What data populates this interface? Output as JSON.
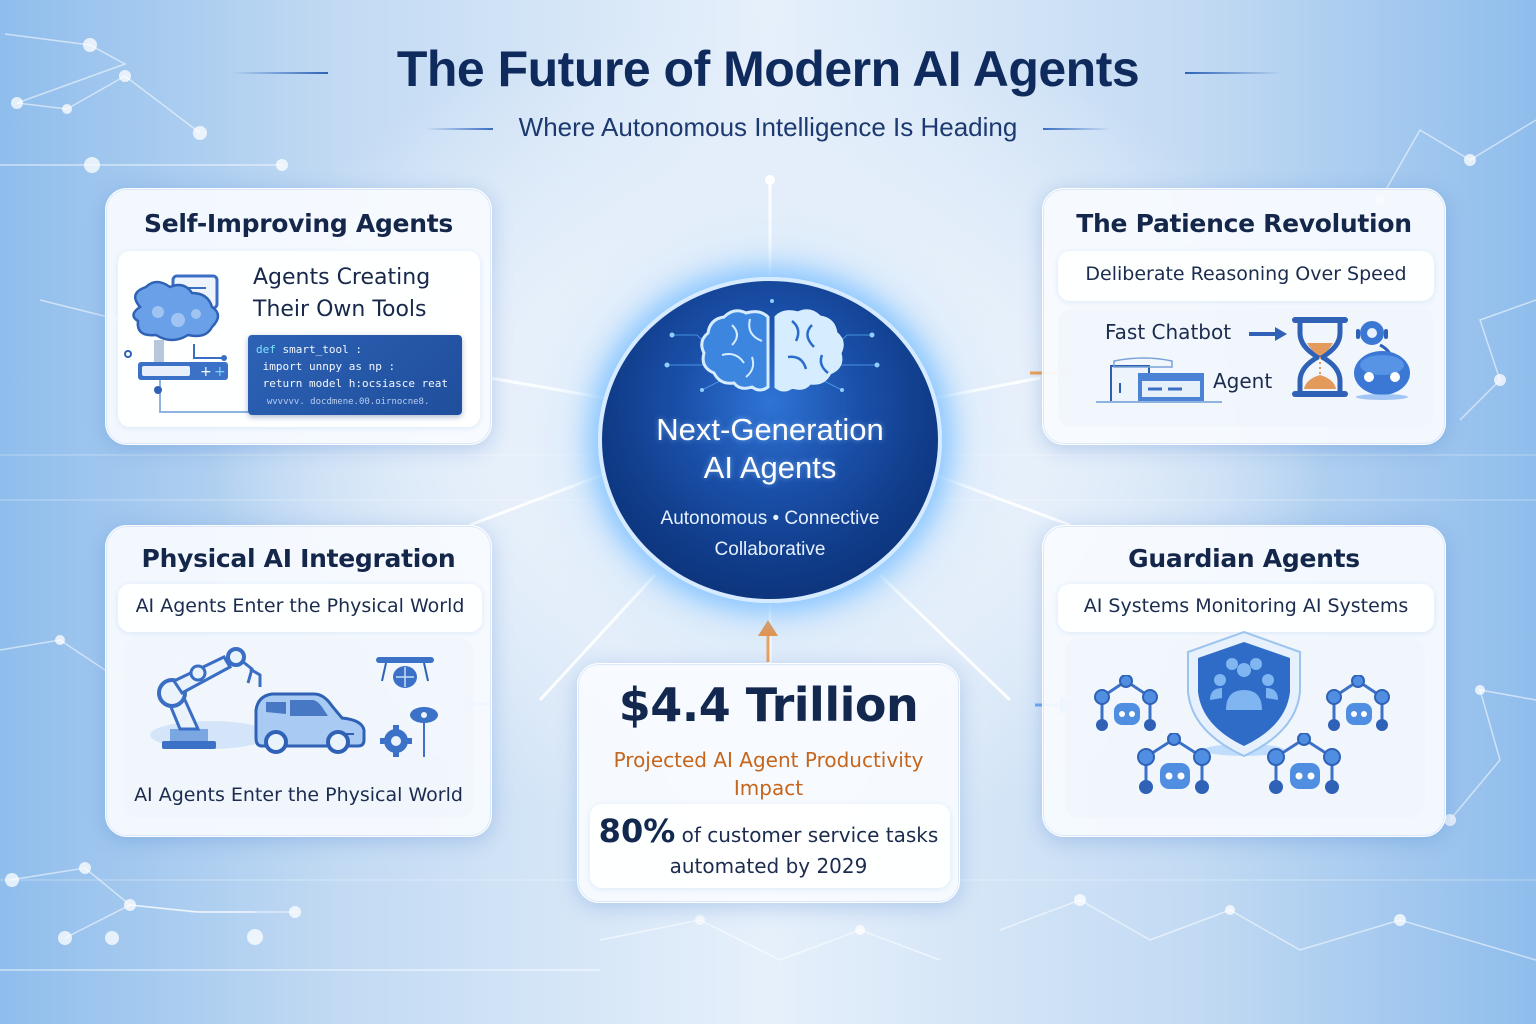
{
  "header": {
    "title": "The Future of Modern AI Agents",
    "subtitle": "Where Autonomous Intelligence Is Heading"
  },
  "hub": {
    "title_line1": "Next-Generation",
    "title_line2": "AI Agents",
    "traits_line1": "Autonomous • Connective",
    "traits_line2": "Collaborative",
    "icon": "brain-circuit-icon"
  },
  "cards": {
    "self_improving": {
      "title": "Self-Improving Agents",
      "subtitle_line1": "Agents Creating",
      "subtitle_line2": "Their Own Tools",
      "icon": "cloud-tool-builder-icon",
      "code": [
        {
          "kw": "def",
          "text": " smart_tool :"
        },
        {
          "kw": "",
          "text": " import unnpy as np :"
        },
        {
          "kw": "",
          "text": " return model h:ocsiasce reat"
        },
        {
          "kw": "",
          "text": "  wvvvvv. docdmene.00.oirnocne8."
        }
      ]
    },
    "patience": {
      "title": "The Patience Revolution",
      "subtitle": "Deliberate Reasoning Over Speed",
      "label_fast": "Fast Chatbot",
      "label_agent": "Agent",
      "icons": [
        "browser-window-icon",
        "arrow-right-icon",
        "hourglass-icon",
        "robot-icon"
      ]
    },
    "physical": {
      "title": "Physical AI Integration",
      "subtitle": "AI Agents Enter the Physical World",
      "caption": "AI Agents Enter the Physical World",
      "icons": [
        "robot-arm-icon",
        "car-icon",
        "drone-icon",
        "gear-icon",
        "sensor-icon"
      ]
    },
    "guardian": {
      "title": "Guardian Agents",
      "subtitle": "AI Systems Monitoring AI Systems",
      "icons": [
        "shield-group-icon",
        "agent-network-icon"
      ]
    }
  },
  "stat": {
    "headline": "$4.4 Trillion",
    "desc_line1": "Projected AI Agent Productivity",
    "desc_line2": "Impact",
    "pct": "80%",
    "pct_text": " of customer service tasks",
    "pct_line2": "automated by 2029"
  },
  "colors": {
    "title": "#0f2a5c",
    "hub_blue": "#1a4fa8",
    "accent_orange": "#e8893a",
    "stat_orange": "#c6651c",
    "icon_blue": "#3b78d6"
  }
}
